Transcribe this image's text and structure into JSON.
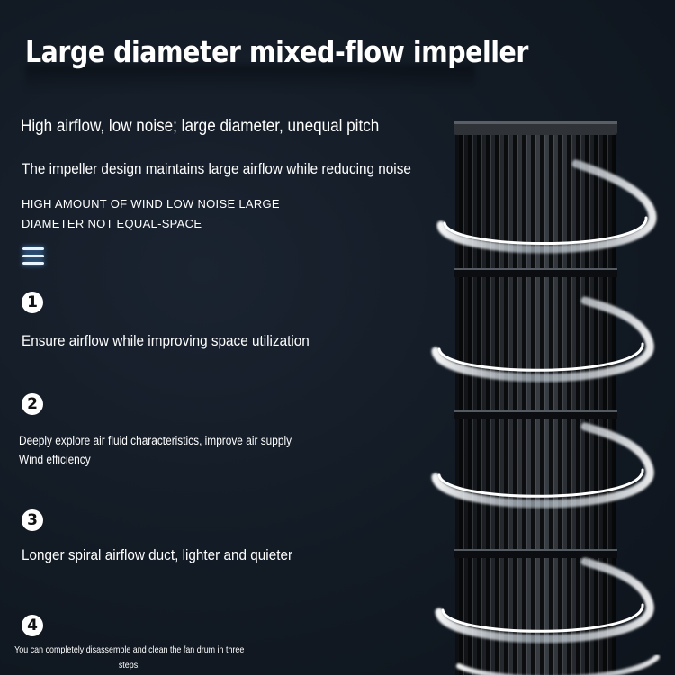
{
  "title": "Large diameter mixed-flow impeller",
  "intro": {
    "headline": "High airflow, low noise; large diameter, unequal pitch",
    "description": "The impeller design maintains large airflow while reducing noise",
    "caps_line1": "HIGH AMOUNT OF WIND LOW NOISE LARGE",
    "caps_line2": "DIAMETER NOT EQUAL-SPACE"
  },
  "features": [
    {
      "number": "1",
      "lines": [
        "Ensure airflow while improving space utilization"
      ]
    },
    {
      "number": "2",
      "lines": [
        "Deeply explore air fluid characteristics, improve air supply",
        "Wind efficiency"
      ]
    },
    {
      "number": "3",
      "lines": [
        "Longer spiral airflow duct, lighter and quieter"
      ]
    },
    {
      "number": "4",
      "lines": [
        "You can completely disassemble and clean the fan drum in three",
        "steps."
      ]
    }
  ],
  "icons": {
    "menu": "menu-icon",
    "product": "fan-impeller-image"
  },
  "colors": {
    "background": "#121a24",
    "text": "#ffffff",
    "menu_glow": "#5aa8ff"
  }
}
